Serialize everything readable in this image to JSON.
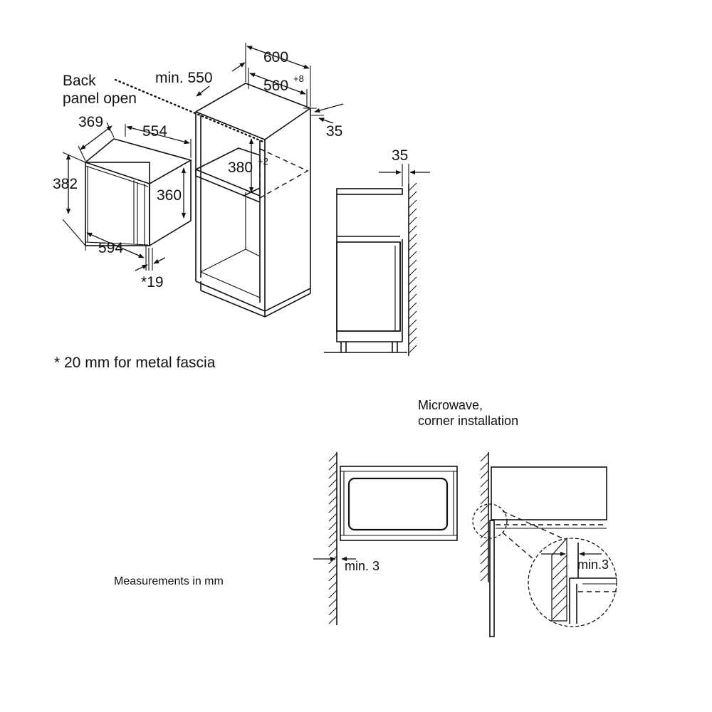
{
  "labels": {
    "back_panel_line1": "Back",
    "back_panel_line2": "panel open",
    "min_550": "min. 550",
    "dim_600": "600",
    "dim_560": "560",
    "tol_560": "+8",
    "dim_35_top": "35",
    "dim_369": "369",
    "dim_554": "554",
    "dim_382": "382",
    "dim_360": "360",
    "dim_380": "380",
    "tol_380": "+2",
    "dim_594": "594",
    "dim_19": "*19",
    "dim_35_side": "35",
    "footnote": "* 20 mm for metal fascia",
    "corner_title_line1": "Microwave,",
    "corner_title_line2": "corner installation",
    "measurements_note": "Measurements in mm",
    "min3_left": "min. 3",
    "min3_detail": "min.3"
  }
}
